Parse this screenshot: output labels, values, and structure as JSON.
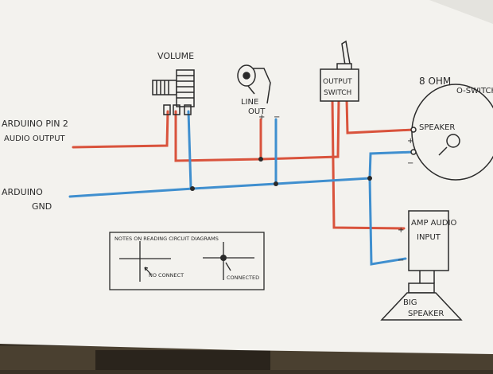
{
  "labels": {
    "volume": "VOLUME",
    "line_out_1": "LINE",
    "line_out_2": "OUT",
    "output_switch_1": "OUTPUT",
    "output_switch_2": "SWITCH",
    "ohm": "8 OHM",
    "o_switch": "O-SWITCH",
    "speaker": "SPEAKER",
    "arduino_pin_1": "ARDUINO PIN 2",
    "arduino_pin_2": "AUDIO OUTPUT",
    "arduino_gnd_1": "ARDUINO",
    "arduino_gnd_2": "GND",
    "amp_1": "AMP AUDIO",
    "amp_2": "INPUT",
    "big_speaker_1": "BIG",
    "big_speaker_2": "SPEAKER",
    "notes_title": "NOTES ON READING CIRCUIT DIAGRAMS",
    "no_connect": "NO CONNECT",
    "connected": "CONNECTED",
    "plus_sign": "+",
    "minus_sign": "−"
  },
  "colors": {
    "red_wire": "#d9533c",
    "blue_wire": "#3f8fcf",
    "ink": "#2a2a2a",
    "paper": "#f3f2ee"
  }
}
